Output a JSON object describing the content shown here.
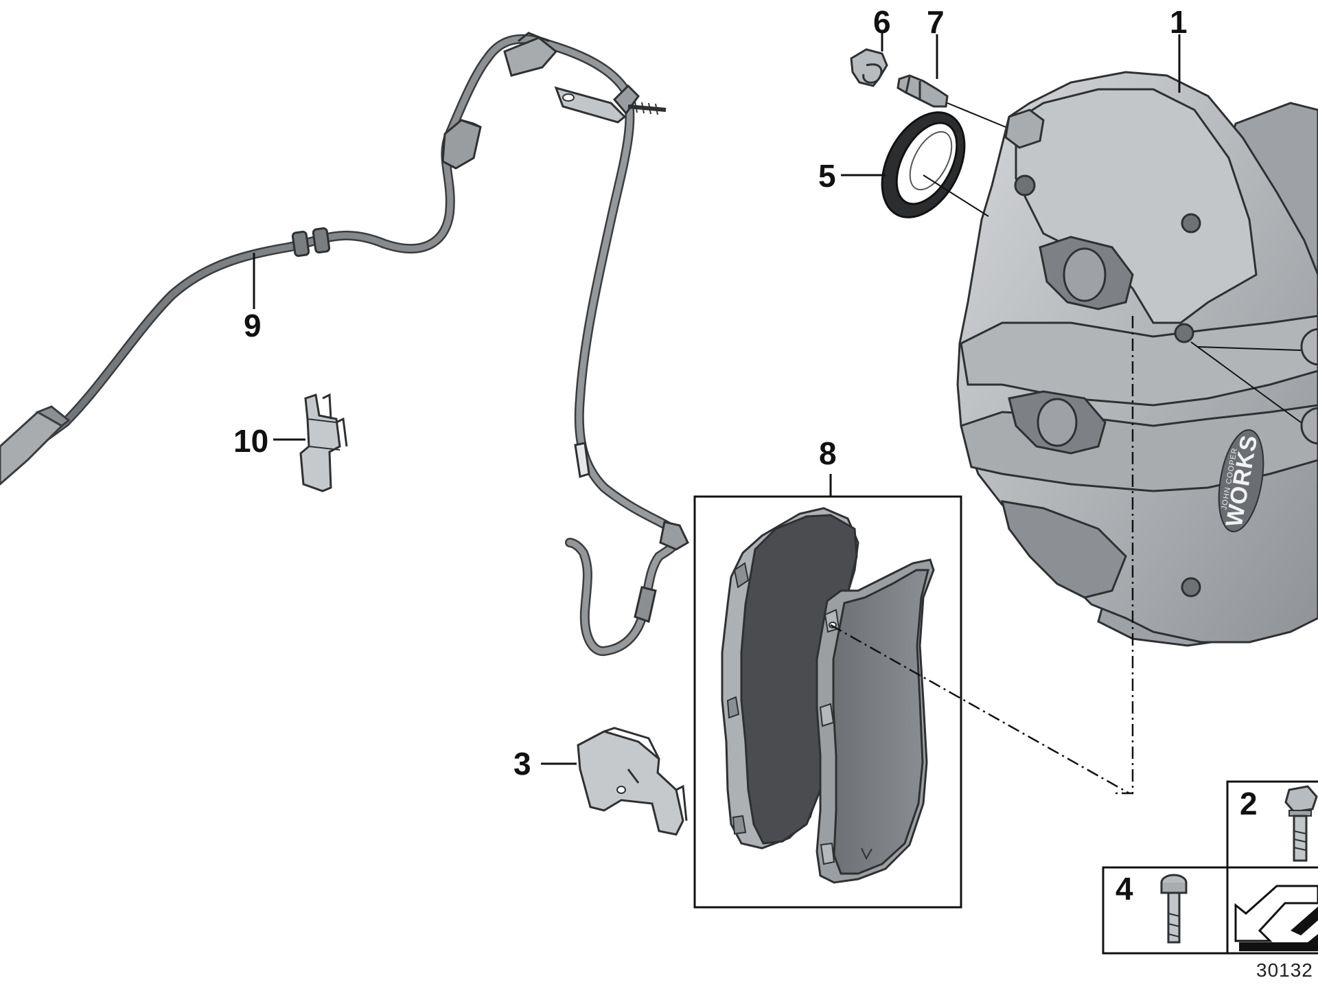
{
  "diagram": {
    "callouts": [
      {
        "id": "1",
        "label": "1"
      },
      {
        "id": "2",
        "label": "2"
      },
      {
        "id": "3",
        "label": "3"
      },
      {
        "id": "4",
        "label": "4"
      },
      {
        "id": "5",
        "label": "5"
      },
      {
        "id": "6",
        "label": "6"
      },
      {
        "id": "7",
        "label": "7"
      },
      {
        "id": "8",
        "label": "8"
      },
      {
        "id": "9",
        "label": "9"
      },
      {
        "id": "10",
        "label": "10"
      }
    ],
    "caliper_brand_text": "WORKS",
    "caliper_brand_small": "JOHN COOPER",
    "reference_number": "30132",
    "colors": {
      "line": "#111111",
      "caliper": "#b9bcbf",
      "caliper_shadow": "#8e9296",
      "pad_dark": "#4a4c4f",
      "pad_light": "#7c7f83",
      "wire": "#8a8d90"
    }
  }
}
